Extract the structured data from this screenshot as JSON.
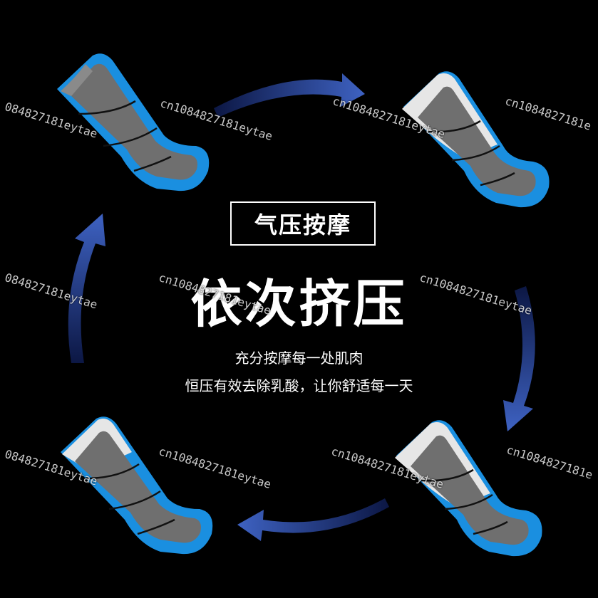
{
  "badge_text": "气压按摩",
  "headline": "依次挤压",
  "subtitle_line1": "充分按摩每一处肌肉",
  "subtitle_line2": "恒压有效去除乳酸，让你舒适每一天",
  "watermark_text": "cn1084827181eytae",
  "watermark_fragment": "084827181eytae",
  "watermark_fragment_edge": "cn1084827181e",
  "colors": {
    "background": "#000000",
    "sleeve_gray": "#6f6f6f",
    "sleeve_blue": "#1a8fe0",
    "sleeve_white": "#e6e6e6",
    "arrow_dark": "#1a2a6c",
    "arrow_light": "#3a5bb8"
  },
  "icons": [
    "leg-sleeve-icon",
    "cycle-arrow-icon"
  ]
}
